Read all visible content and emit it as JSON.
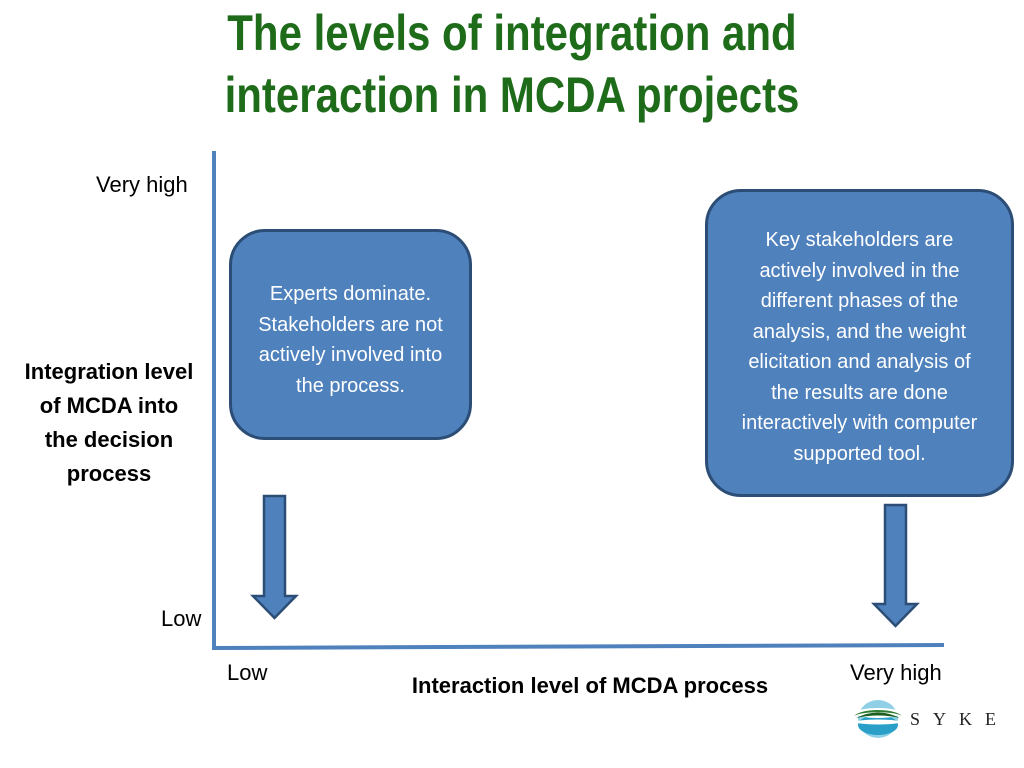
{
  "title": {
    "line1": "The levels of integration and",
    "line2": "interaction in MCDA projects"
  },
  "y_axis": {
    "high_label": "Very high",
    "low_label": "Low",
    "title_lines": [
      "Integration level",
      "of MCDA into",
      "the decision",
      "process"
    ]
  },
  "x_axis": {
    "low_label": "Low",
    "high_label": "Very high",
    "title": "Interaction level of MCDA process"
  },
  "boxes": {
    "left": {
      "lines": [
        "Experts dominate.",
        "Stakeholders  are not",
        "actively involved into",
        "the process."
      ]
    },
    "right": {
      "lines": [
        "Key stakeholders are",
        "actively involved in the",
        "different phases of the",
        "analysis, and the weight",
        "elicitation and analysis of",
        "the results are done",
        "interactively with computer",
        "supported tool."
      ]
    }
  },
  "logo": {
    "text": "SYKE"
  },
  "colors": {
    "title": "#1e6b1a",
    "box_fill": "#4f81bd",
    "box_border": "#2c4d75",
    "axis": "#4f81bd"
  }
}
